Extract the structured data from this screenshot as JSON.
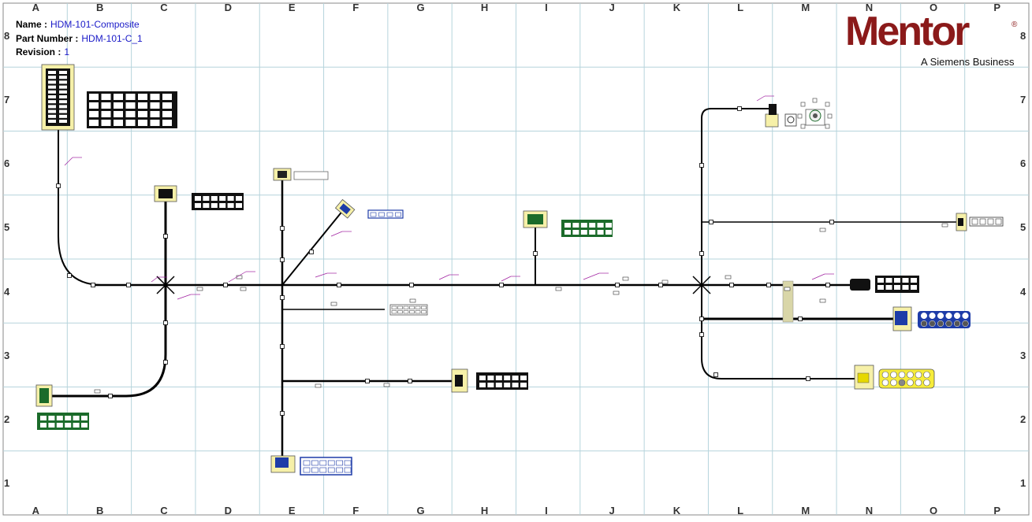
{
  "titleblock": {
    "name_label": "Name :",
    "name_value": "HDM-101-Composite",
    "part_label": "Part Number :",
    "part_value": "HDM-101-C_1",
    "rev_label": "Revision :",
    "rev_value": "1"
  },
  "logo": {
    "wordmark": "Mentor",
    "registered": "®",
    "tagline": "A Siemens Business",
    "color": "#8b1a1a"
  },
  "grid": {
    "columns": [
      "A",
      "B",
      "C",
      "D",
      "E",
      "F",
      "G",
      "H",
      "I",
      "J",
      "K",
      "L",
      "M",
      "N",
      "O",
      "P"
    ],
    "rows": [
      "8",
      "7",
      "6",
      "5",
      "4",
      "3",
      "2",
      "1"
    ],
    "line_color": "#b6d4dc"
  },
  "colors": {
    "wire": "#000000",
    "connector_housing": "#f6f0a8",
    "blue_connector": "#1e3ca8",
    "green_connector": "#1b6b2a",
    "label": "#a020a0",
    "cover": "#d9d6a8"
  }
}
